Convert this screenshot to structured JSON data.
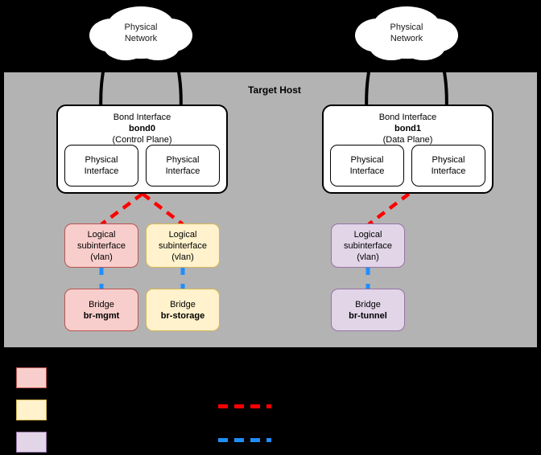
{
  "host": {
    "title": "Target Host",
    "background_color": "#b3b3b3"
  },
  "clouds": [
    {
      "line1": "Physical",
      "line2": "Network"
    },
    {
      "line1": "Physical",
      "line2": "Network"
    }
  ],
  "bonds": [
    {
      "title": "Bond Interface",
      "name": "bond0",
      "role": "(Control Plane)",
      "members": [
        {
          "line1": "Physical",
          "line2": "Interface"
        },
        {
          "line1": "Physical",
          "line2": "Interface"
        }
      ]
    },
    {
      "title": "Bond Interface",
      "name": "bond1",
      "role": "(Data Plane)",
      "members": [
        {
          "line1": "Physical",
          "line2": "Interface"
        },
        {
          "line1": "Physical",
          "line2": "Interface"
        }
      ]
    }
  ],
  "subinterfaces": [
    {
      "line1": "Logical",
      "line2": "subinterface",
      "line3": "(vlan)",
      "color": "#f8cecc",
      "border": "#b85450"
    },
    {
      "line1": "Logical",
      "line2": "subinterface",
      "line3": "(vlan)",
      "color": "#fff2cc",
      "border": "#d6b656"
    },
    {
      "line1": "Logical",
      "line2": "subinterface",
      "line3": "(vlan)",
      "color": "#e1d5e7",
      "border": "#9673a6"
    }
  ],
  "bridges": [
    {
      "label": "Bridge",
      "name": "br-mgmt",
      "color": "#f8cecc",
      "border": "#b85450"
    },
    {
      "label": "Bridge",
      "name": "br-storage",
      "color": "#fff2cc",
      "border": "#d6b656"
    },
    {
      "label": "Bridge",
      "name": "br-tunnel",
      "color": "#e1d5e7",
      "border": "#9673a6"
    }
  ],
  "legend": {
    "swatches": [
      {
        "color": "#f8cecc",
        "border": "#b85450",
        "label": ""
      },
      {
        "color": "#fff2cc",
        "border": "#d6b656",
        "label": ""
      },
      {
        "color": "#e1d5e7",
        "border": "#9673a6",
        "label": ""
      }
    ],
    "lines": [
      {
        "style": "red-dashed",
        "color": "#ff0000",
        "label": ""
      },
      {
        "style": "blue-dashed",
        "color": "#1f8fff",
        "label": ""
      }
    ]
  },
  "colors": {
    "red_dash": "#ff0000",
    "blue_dash": "#1f8fff",
    "panel_gray": "#b3b3b3",
    "background": "#000000",
    "cloud_fill": "#ffffff"
  }
}
